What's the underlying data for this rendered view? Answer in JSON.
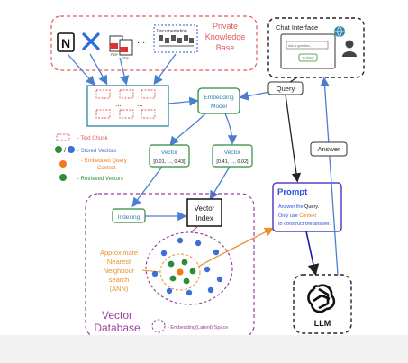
{
  "knowledge_base": {
    "label_line1": "Private",
    "label_line2": "Knowledge",
    "label_line3": "Base",
    "doc_label": "Documentation",
    "ellipsis": "..."
  },
  "chat": {
    "title": "Chat Interface",
    "placeholder": "Ask a question...",
    "submit": "Submit"
  },
  "query_label": "Query",
  "answer_label": "Answer",
  "embedding": {
    "line1": "Embedding",
    "line2": "Model"
  },
  "vector_left": {
    "title": "Vector",
    "value": "[0.01, ..., 0.43]"
  },
  "vector_right": {
    "title": "Vector",
    "value": "[0.41, ..., 0.02]"
  },
  "legend": {
    "text_chunk": "- Text Chunk",
    "stored_vectors": "- Stored Vectors",
    "embedded_query_line1": "- Embedded Query",
    "embedded_query_line2": "Context",
    "retrieved_vectors": "- Retrieved Vectors"
  },
  "indexing": "Indexing",
  "vector_index": {
    "line1": "Vector",
    "line2": "Index"
  },
  "ann": {
    "line1": "Approximate",
    "line2": "Nearest",
    "line3": "Neighbour",
    "line4": "search",
    "line5": "(ANN)"
  },
  "vector_db": {
    "line1": "Vector",
    "line2": "Database"
  },
  "latent_space": "- Embedding(Latent) Space",
  "prompt": {
    "title": "Prompt",
    "line1_a": "Answer the ",
    "line1_b": "Query",
    "line1_c": ".",
    "line2_a": "Only use ",
    "line2_b": "Context",
    "line3": "to construct the answer."
  },
  "llm": "LLM",
  "colors": {
    "red": "#e05a5a",
    "blue": "#3b6fd8",
    "teal": "#2f86a8",
    "orange": "#f07a1f",
    "green": "#2e8b3a",
    "purple": "#9a3fa0",
    "prompt_border": "#5a3fc8",
    "arrow_blue": "#4a7fd0",
    "arrow_orange": "#e8912d",
    "prompt_title": "#2a52d9"
  }
}
